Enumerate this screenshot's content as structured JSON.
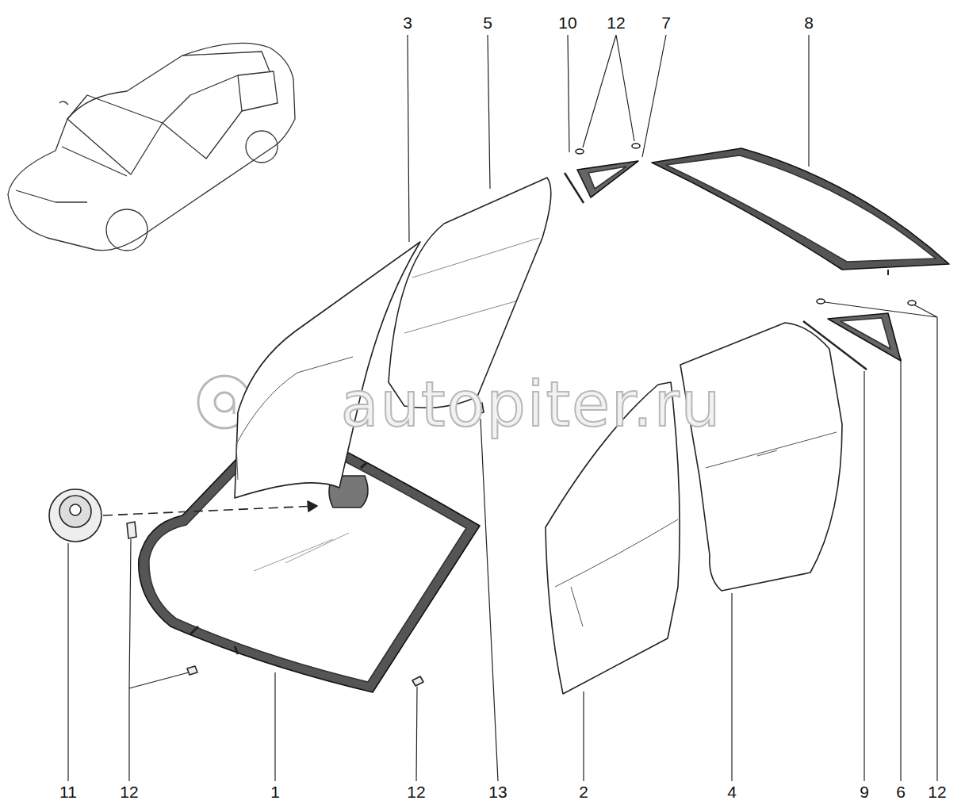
{
  "diagram": {
    "labels": [
      "3",
      "5",
      "10",
      "12",
      "7",
      "8",
      "11",
      "12",
      "1",
      "12",
      "13",
      "2",
      "4",
      "9",
      "6",
      "12",
      "autopiter.ru"
    ]
  }
}
